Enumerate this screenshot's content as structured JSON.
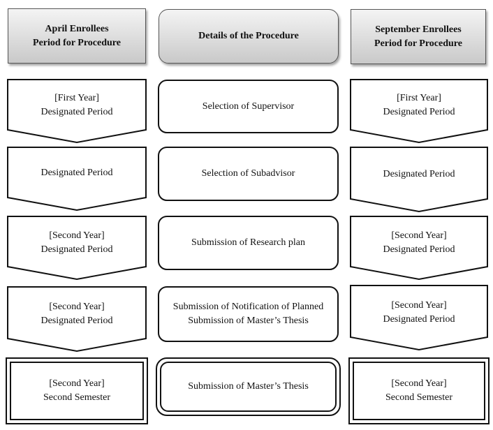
{
  "headers": {
    "left": "April Enrollees\nPeriod for Procedure",
    "middle": "Details of the Procedure",
    "right": "September Enrollees\nPeriod for Procedure"
  },
  "rows": [
    {
      "left": "[First Year]\nDesignated Period",
      "middle": "Selection of Supervisor",
      "right": "[First Year]\nDesignated Period"
    },
    {
      "left": "Designated Period",
      "middle": "Selection of Subadvisor",
      "right": "Designated Period"
    },
    {
      "left": "[Second Year]\nDesignated Period",
      "middle": "Submission of Research plan",
      "right": "[Second Year]\nDesignated Period"
    },
    {
      "left": "[Second Year]\nDesignated Period",
      "middle": "Submission of Notification of Planned\nSubmission of Master’s Thesis",
      "right": "[Second Year]\nDesignated Period"
    }
  ],
  "final_row": {
    "left": "[Second Year]\nSecond Semester",
    "middle": "Submission of Master’s Thesis",
    "right": "[Second Year]\nSecond Semester"
  }
}
